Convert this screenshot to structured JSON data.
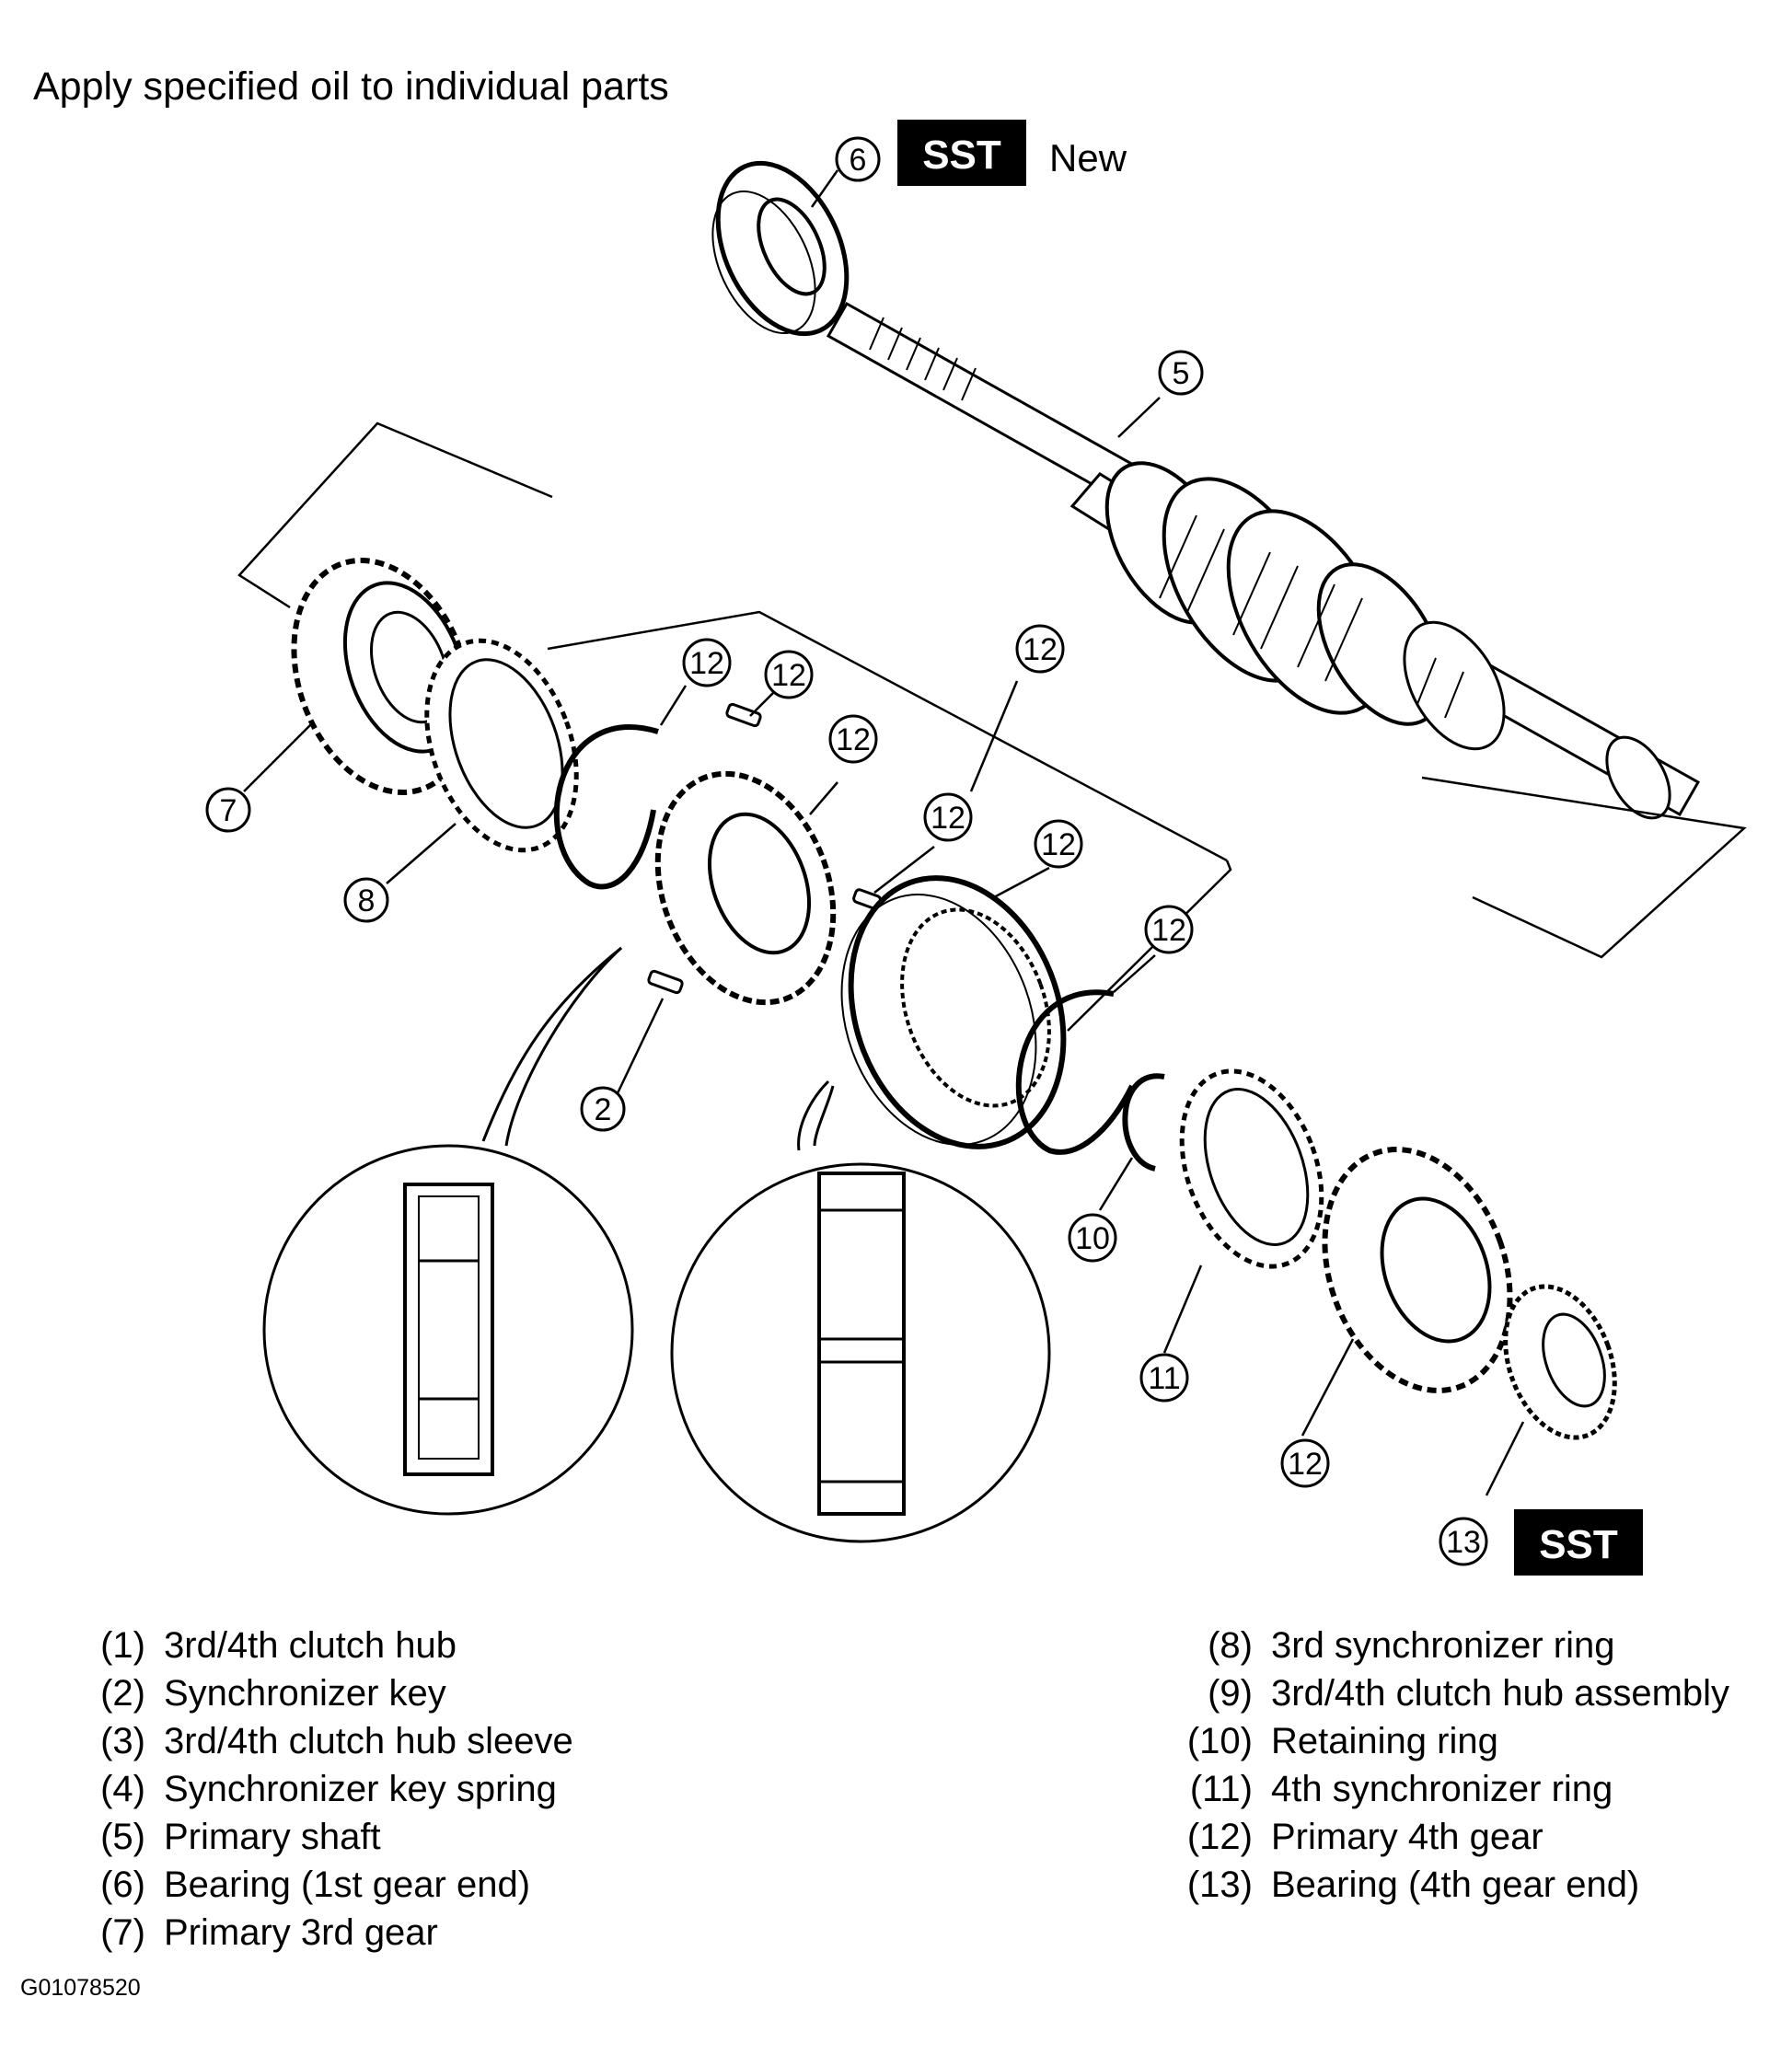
{
  "header": {
    "instruction": "Apply specified oil to individual parts"
  },
  "callouts": {
    "c6": "6",
    "c5": "5",
    "c7": "7",
    "c8": "8",
    "c2": "2",
    "c12a": "12",
    "c12b": "12",
    "c12c": "12",
    "c12d": "12",
    "c12e": "12",
    "c12f": "12",
    "c12g": "12",
    "c12h": "12",
    "c10": "10",
    "c11": "11",
    "c13": "13"
  },
  "badges": {
    "sst_top": "SST",
    "new": "New",
    "sst_bottom": "SST"
  },
  "legend_left": [
    {
      "num": "(1)",
      "label": "3rd/4th clutch hub"
    },
    {
      "num": "(2)",
      "label": "Synchronizer key"
    },
    {
      "num": "(3)",
      "label": "3rd/4th clutch hub sleeve"
    },
    {
      "num": "(4)",
      "label": "Synchronizer key spring"
    },
    {
      "num": "(5)",
      "label": "Primary shaft"
    },
    {
      "num": "(6)",
      "label": "Bearing (1st gear end)"
    },
    {
      "num": "(7)",
      "label": "Primary 3rd gear"
    }
  ],
  "legend_right": [
    {
      "num": "(8)",
      "label": "3rd synchronizer ring"
    },
    {
      "num": "(9)",
      "label": "3rd/4th clutch hub assembly"
    },
    {
      "num": "(10)",
      "label": "Retaining ring"
    },
    {
      "num": "(11)",
      "label": "4th synchronizer ring"
    },
    {
      "num": "(12)",
      "label": "Primary 4th gear"
    },
    {
      "num": "(13)",
      "label": "Bearing (4th gear end)"
    }
  ],
  "figure_id": "G01078520",
  "colors": {
    "ink": "#000000",
    "paper": "#ffffff"
  }
}
